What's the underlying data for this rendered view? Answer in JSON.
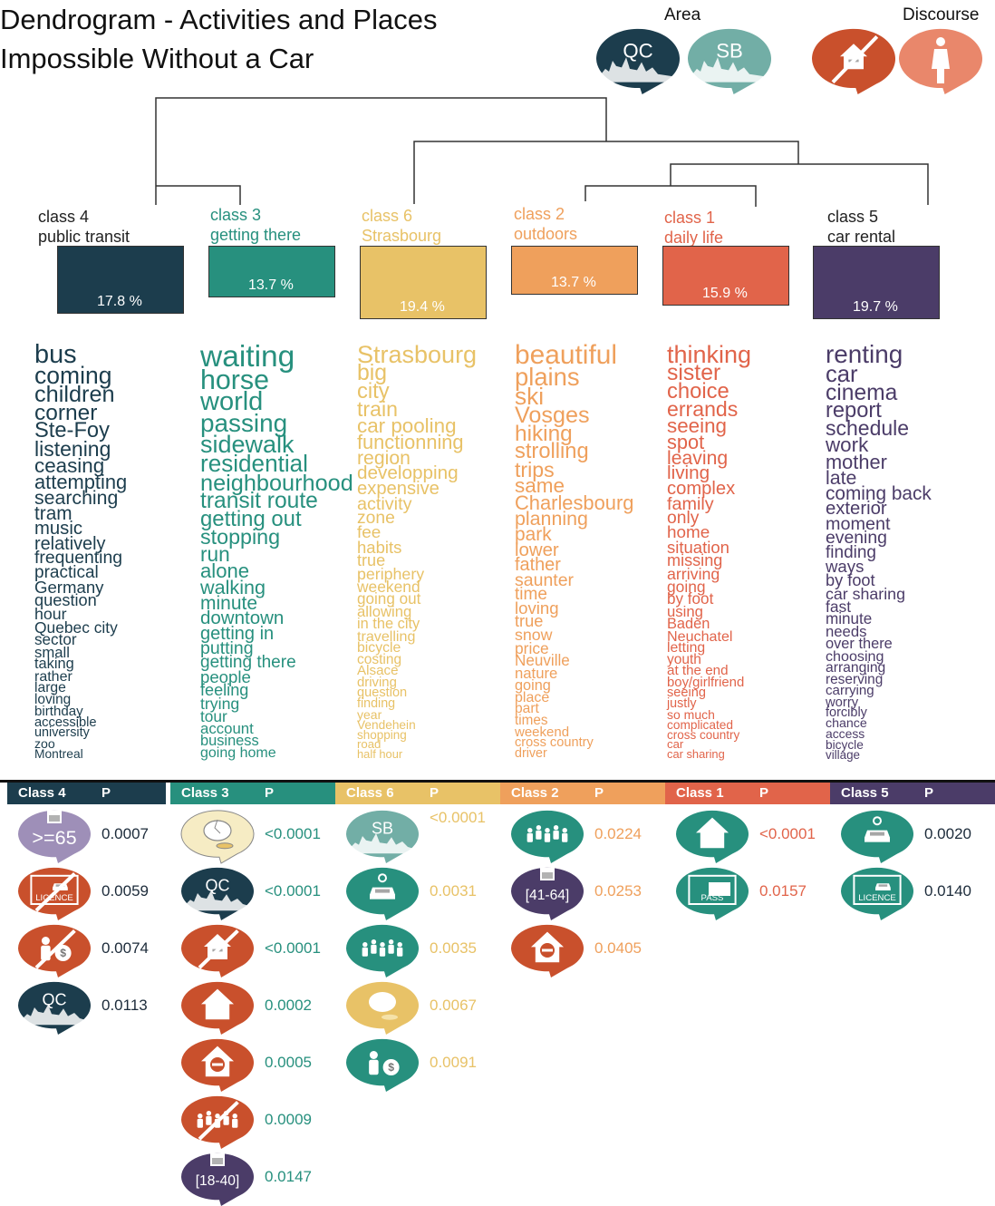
{
  "title": {
    "line1": "Dendrogram - Activities and Places",
    "line2": "Impossible Without a Car"
  },
  "legend": {
    "area_label": "Area",
    "discourse_label": "Discourse",
    "area_items": [
      "QC",
      "SB"
    ]
  },
  "colors": {
    "c4": "#1c3d4d",
    "c3": "#27907e",
    "c6": "#e8c267",
    "c2": "#efa05c",
    "c1": "#e1644a",
    "c5": "#4b3c68",
    "orange_red": "#c9502c",
    "salmon": "#e9876b",
    "sb_teal": "#72aea6",
    "lavender": "#9e8fb8",
    "cream": "#f6ecc4"
  },
  "classes": [
    {
      "id": "c4",
      "name": "class 4",
      "label": "public transit",
      "percent": "17.8 %",
      "share": 17.8,
      "words": [
        "bus",
        "coming",
        "children",
        "corner",
        "Ste-Foy",
        "listening",
        "ceasing",
        "attempting",
        "searching",
        "tram",
        "music",
        "relatively",
        "frequenting",
        "practical",
        "Germany",
        "question",
        "hour",
        "Quebec city",
        "sector",
        "small",
        "taking",
        "rather",
        "large",
        "loving",
        "birthday",
        "accessible",
        "university",
        "zoo",
        "Montreal"
      ]
    },
    {
      "id": "c3",
      "name": "class 3",
      "label": "getting there",
      "percent": "13.7 %",
      "share": 13.7,
      "words": [
        "waiting",
        "horse",
        "world",
        "passing",
        "sidewalk",
        "residential",
        "neighbourhood",
        "transit route",
        "getting out",
        "stopping",
        "run",
        "alone",
        "walking",
        "minute",
        "downtown",
        "getting in",
        "putting",
        "getting there",
        "people",
        "feeling",
        "trying",
        "tour",
        "account",
        "business",
        "going home"
      ]
    },
    {
      "id": "c6",
      "name": "class 6",
      "label": "Strasbourg",
      "percent": "19.4 %",
      "share": 19.4,
      "words": [
        "Strasbourg",
        "big",
        "city",
        "train",
        "car pooling",
        "functionning",
        "region",
        "developping",
        "expensive",
        "activity",
        "zone",
        "fee",
        "habits",
        "true",
        "periphery",
        "weekend",
        "going out",
        "allowing",
        "in the city",
        "travelling",
        "bicycle",
        "costing",
        "Alsace",
        "driving",
        "question",
        "finding",
        "year",
        "Vendehein",
        "shopping",
        "road",
        "half hour"
      ]
    },
    {
      "id": "c2",
      "name": "class 2",
      "label": "outdoors",
      "percent": "13.7 %",
      "share": 13.7,
      "words": [
        "beautiful",
        "plains",
        "ski",
        "Vosges",
        "hiking",
        "strolling",
        "trips",
        "same",
        "Charlesbourg",
        "planning",
        "park",
        "lower",
        "father",
        "saunter",
        "time",
        "loving",
        "true",
        "snow",
        "price",
        "Neuville",
        "nature",
        "going",
        "place",
        "part",
        "times",
        "weekend",
        "cross country",
        "driver"
      ]
    },
    {
      "id": "c1",
      "name": "class 1",
      "label": "daily life",
      "percent": "15.9 %",
      "share": 15.9,
      "words": [
        "thinking",
        "sister",
        "choice",
        "errands",
        "seeing",
        "spot",
        "leaving",
        "living",
        "complex",
        "family",
        "only",
        "home",
        "situation",
        "missing",
        "arriving",
        "going",
        "by foot",
        "using",
        "Baden",
        "Neuchatel",
        "letting",
        "youth",
        "at the end",
        "boy/girlfriend",
        "seeing",
        "justly",
        "so much",
        "complicated",
        "cross country",
        "car",
        "car sharing"
      ]
    },
    {
      "id": "c5",
      "name": "class 5",
      "label": "car rental",
      "percent": "19.7 %",
      "share": 19.7,
      "words": [
        "renting",
        "car",
        "cinema",
        "report",
        "schedule",
        "work",
        "mother",
        "late",
        "coming back",
        "exterior",
        "moment",
        "evening",
        "finding",
        "ways",
        "by foot",
        "car sharing",
        "fast",
        "minute",
        "needs",
        "over there",
        "choosing",
        "arranging",
        "reserving",
        "carrying",
        "worry",
        "forcibly",
        "chance",
        "access",
        "bicycle",
        "village"
      ]
    }
  ],
  "table": {
    "p_header": "P",
    "columns": [
      {
        "id": "c4",
        "header": "Class 4",
        "rows": [
          {
            "icon": "age-65-plus-icon",
            "badge": ">=65",
            "p": "0.0007"
          },
          {
            "icon": "no-licence-icon",
            "badge": "LICENCE",
            "p": "0.0059"
          },
          {
            "icon": "no-income-icon",
            "badge": "",
            "p": "0.0074"
          },
          {
            "icon": "qc-area-icon",
            "badge": "QC",
            "p": "0.0113"
          }
        ]
      },
      {
        "id": "c3",
        "header": "Class 3",
        "rows": [
          {
            "icon": "broken-piggy-bank-icon",
            "badge": "",
            "p": "<0.0001"
          },
          {
            "icon": "qc-area-icon",
            "badge": "QC",
            "p": "<0.0001"
          },
          {
            "icon": "no-car-icon",
            "badge": "",
            "p": "<0.0001"
          },
          {
            "icon": "family-home-icon",
            "badge": "",
            "p": "0.0002"
          },
          {
            "icon": "house-key-icon",
            "badge": "",
            "p": "0.0005"
          },
          {
            "icon": "no-group-icon",
            "badge": "",
            "p": "0.0009"
          },
          {
            "icon": "age-18-40-icon",
            "badge": "[18-40]",
            "p": "0.0147"
          }
        ]
      },
      {
        "id": "c6",
        "header": "Class 6",
        "rows": [
          {
            "icon": "sb-area-icon",
            "badge": "SB",
            "p": "<0.0001"
          },
          {
            "icon": "car-key-icon",
            "badge": "",
            "p": "0.0031"
          },
          {
            "icon": "group-icon",
            "badge": "",
            "p": "0.0035"
          },
          {
            "icon": "piggy-bank-icon",
            "badge": "",
            "p": "0.0067"
          },
          {
            "icon": "income-icon",
            "badge": "",
            "p": "0.0091"
          }
        ]
      },
      {
        "id": "c2",
        "header": "Class 2",
        "rows": [
          {
            "icon": "group-icon",
            "badge": "",
            "p": "0.0224"
          },
          {
            "icon": "age-41-64-icon",
            "badge": "[41-64]",
            "p": "0.0253"
          },
          {
            "icon": "house-key-icon",
            "badge": "",
            "p": "0.0405"
          }
        ]
      },
      {
        "id": "c1",
        "header": "Class 1",
        "rows": [
          {
            "icon": "family-home-icon",
            "badge": "",
            "p": "<0.0001"
          },
          {
            "icon": "transit-pass-icon",
            "badge": "PASS",
            "p": "0.0157"
          }
        ]
      },
      {
        "id": "c5",
        "header": "Class 5",
        "rows": [
          {
            "icon": "car-key-icon",
            "badge": "",
            "p": "0.0020"
          },
          {
            "icon": "licence-icon",
            "badge": "LICENCE",
            "p": "0.0140"
          }
        ]
      }
    ]
  }
}
